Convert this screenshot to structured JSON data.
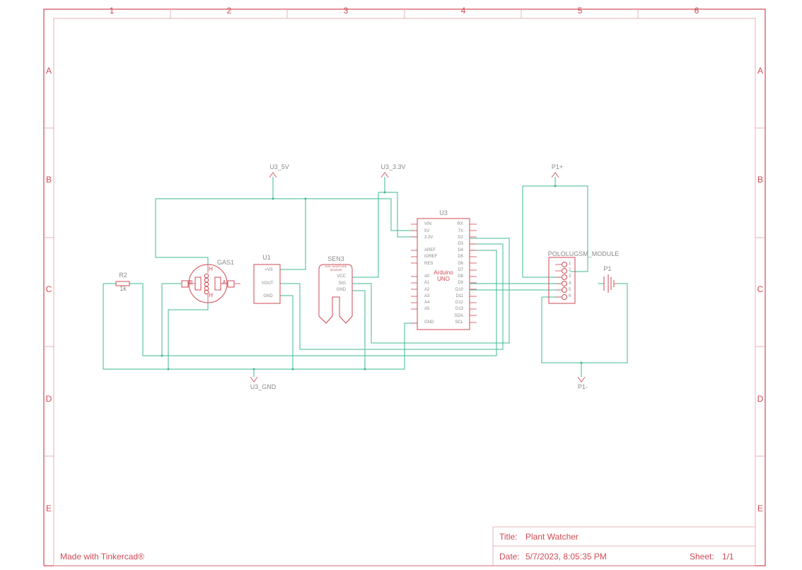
{
  "columns": [
    "1",
    "2",
    "3",
    "4",
    "5",
    "6"
  ],
  "rows": [
    "A",
    "B",
    "C",
    "D",
    "E"
  ],
  "rails": {
    "u3_5v": "U3_5V",
    "u3_3v3": "U3_3.3V",
    "p1_plus": "P1+",
    "u3_gnd": "U3_GND",
    "p1_minus": "P1-"
  },
  "components": {
    "r2": {
      "ref": "R2",
      "value": "1k"
    },
    "gas1": {
      "ref": "GAS1",
      "pins": [
        "H",
        "B",
        "A",
        "H"
      ]
    },
    "u1": {
      "ref": "U1",
      "pins": [
        "+VS",
        "VOUT",
        "GND"
      ]
    },
    "sen3": {
      "ref": "SEN3",
      "caption_line1": "SOIL MOISTURE",
      "caption_line2": "SENSOR",
      "pins": [
        "VCC",
        "SIG",
        "GND"
      ]
    },
    "u3": {
      "ref": "U3",
      "name_line1": "Arduino",
      "name_line2": "UNO",
      "left_pins": [
        "VIN",
        "5V",
        "3.3V",
        "AREF",
        "IOREF",
        "RES",
        "A0",
        "A1",
        "A2",
        "A3",
        "A4",
        "A5",
        "GND"
      ],
      "right_pins": [
        "RX",
        "TX",
        "D2",
        "D3",
        "D4",
        "D5",
        "D6",
        "D7",
        "D8",
        "D9",
        "D10",
        "D11",
        "D12",
        "D13",
        "SDA",
        "SCL"
      ]
    },
    "gsm": {
      "ref": "POLOLUGSM_MODULE",
      "pins": [
        "1",
        "2",
        "3",
        "4",
        "5",
        "6"
      ]
    },
    "p1": {
      "ref": "P1"
    }
  },
  "title_block": {
    "title_label": "Title:",
    "title": "Plant Watcher",
    "date_label": "Date:",
    "date": "5/7/2023, 8:05:35 PM",
    "sheet_label": "Sheet:",
    "sheet": "1/1"
  },
  "credit": "Made with Tinkercad®"
}
